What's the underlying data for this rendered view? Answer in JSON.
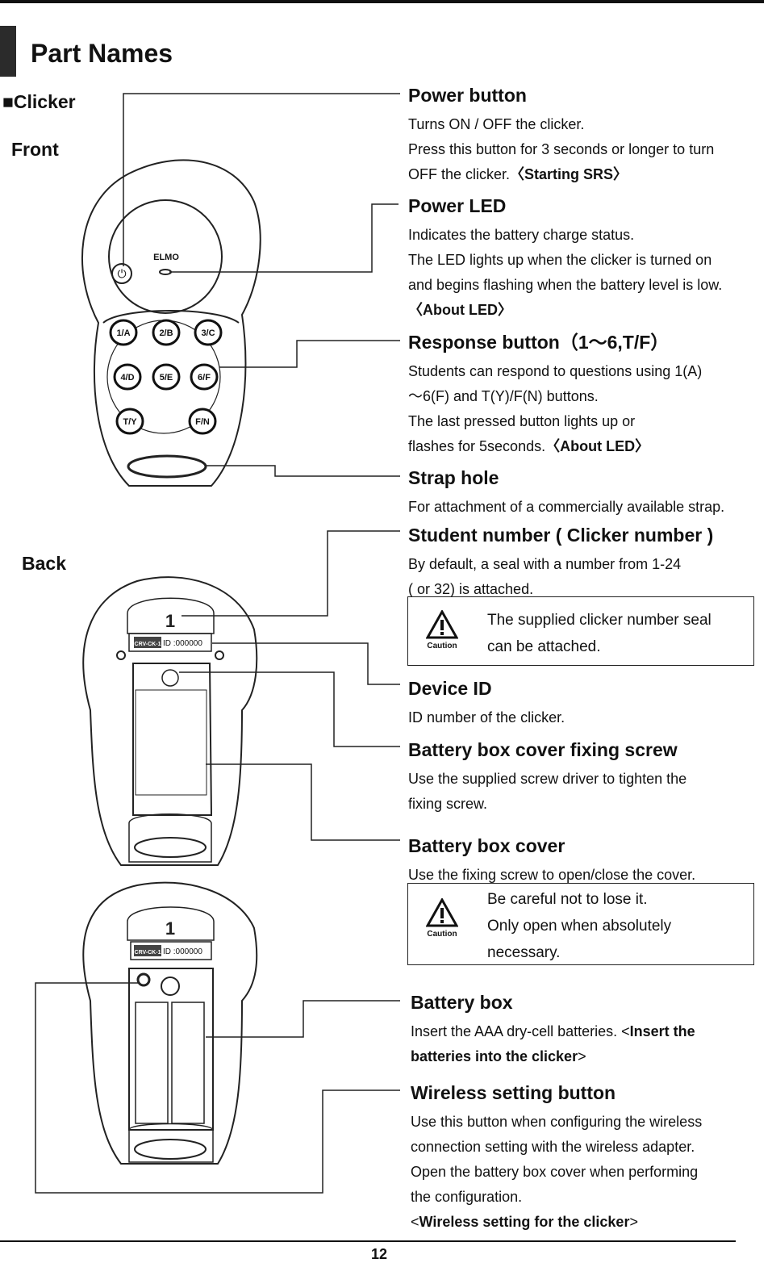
{
  "header": {
    "title": "Part Names"
  },
  "labels": {
    "clicker": "■Clicker",
    "front": "Front",
    "back": "Back"
  },
  "front_device": {
    "brand": "ELMO",
    "buttons": [
      "1/A",
      "2/B",
      "3/C",
      "4/D",
      "5/E",
      "6/F",
      "T/Y",
      "F/N"
    ]
  },
  "back_device": {
    "number": "1",
    "model_tag": "CRV-CK-1",
    "id_text": "ID :000000"
  },
  "sections": {
    "power_button": {
      "title": "Power button",
      "line1": "Turns ON / OFF the clicker.",
      "line2": "Press this button for 3 seconds or longer to turn",
      "line3": "OFF the clicker.",
      "link": "〈Starting SRS〉"
    },
    "power_led": {
      "title": "Power LED",
      "line1": "Indicates the battery charge status.",
      "line2": "The LED lights up when the clicker is turned on",
      "line3": "and begins flashing when the battery level is low.",
      "link": "〈About LED〉"
    },
    "response_button": {
      "title": "Response button（1～6,T/F）",
      "line1": "Students can respond to questions using 1(A)",
      "line2": "～6(F) and T(Y)/F(N) buttons.",
      "line3": "The last pressed button lights up or",
      "line4": "flashes for 5seconds.",
      "link": "〈About LED〉"
    },
    "strap_hole": {
      "title": "Strap hole",
      "line1": "For attachment of a commercially available strap."
    },
    "student_number": {
      "title": "Student number ( Clicker number )",
      "line1": "By default, a seal with a number from 1-24",
      "line2": "( or 32) is attached.",
      "caution_label": "Caution",
      "caution_line1": "The supplied clicker number seal",
      "caution_line2": "can be attached."
    },
    "device_id": {
      "title": "Device ID",
      "line1": "ID number of the clicker."
    },
    "fixing_screw": {
      "title": "Battery box cover fixing screw",
      "line1": "Use the supplied screw driver to tighten the",
      "line2": "fixing screw."
    },
    "battery_cover": {
      "title": "Battery box cover",
      "line1": "Use the fixing screw to open/close the cover.",
      "caution_label": "Caution",
      "caution_line1": "Be careful not to lose it.",
      "caution_line2": "Only open when absolutely",
      "caution_line3": "necessary."
    },
    "battery_box": {
      "title": "Battery box",
      "line1a": "Insert the AAA dry-cell batteries. <",
      "line1b": "Insert the",
      "line2a": "batteries into the clicker",
      "line2b": ">"
    },
    "wireless_button": {
      "title": "Wireless setting button",
      "line1": "Use this button when configuring the wireless",
      "line2": "connection setting with the wireless adapter.",
      "line3": "Open the battery box cover when performing",
      "line4": "the configuration.",
      "link_open": "<",
      "link": "Wireless setting for the clicker",
      "link_close": ">"
    }
  },
  "footer": {
    "page_number": "12"
  }
}
